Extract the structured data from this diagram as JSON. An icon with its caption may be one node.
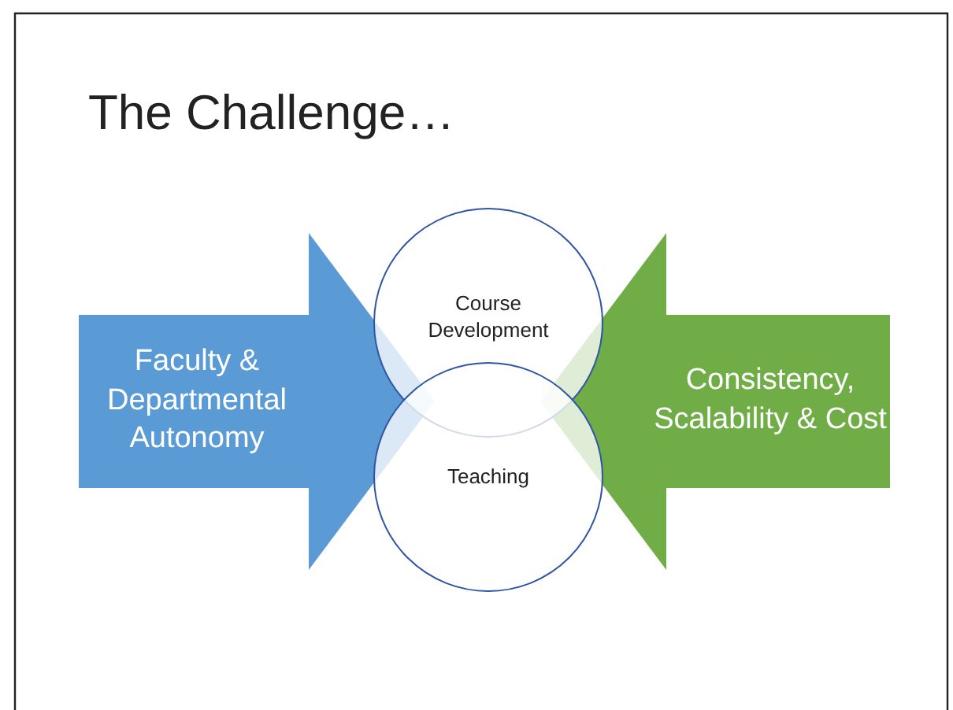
{
  "diagram": {
    "title": "The Challenge…",
    "nodes": [
      {
        "text": [
          "Faculty & Departmental Autonomy"
        ]
      },
      {
        "text": [
          "Course Development"
        ]
      },
      {
        "text": [
          "Teaching"
        ]
      },
      {
        "text": [
          "Consistency, Scalability & Cost"
        ]
      }
    ]
  }
}
